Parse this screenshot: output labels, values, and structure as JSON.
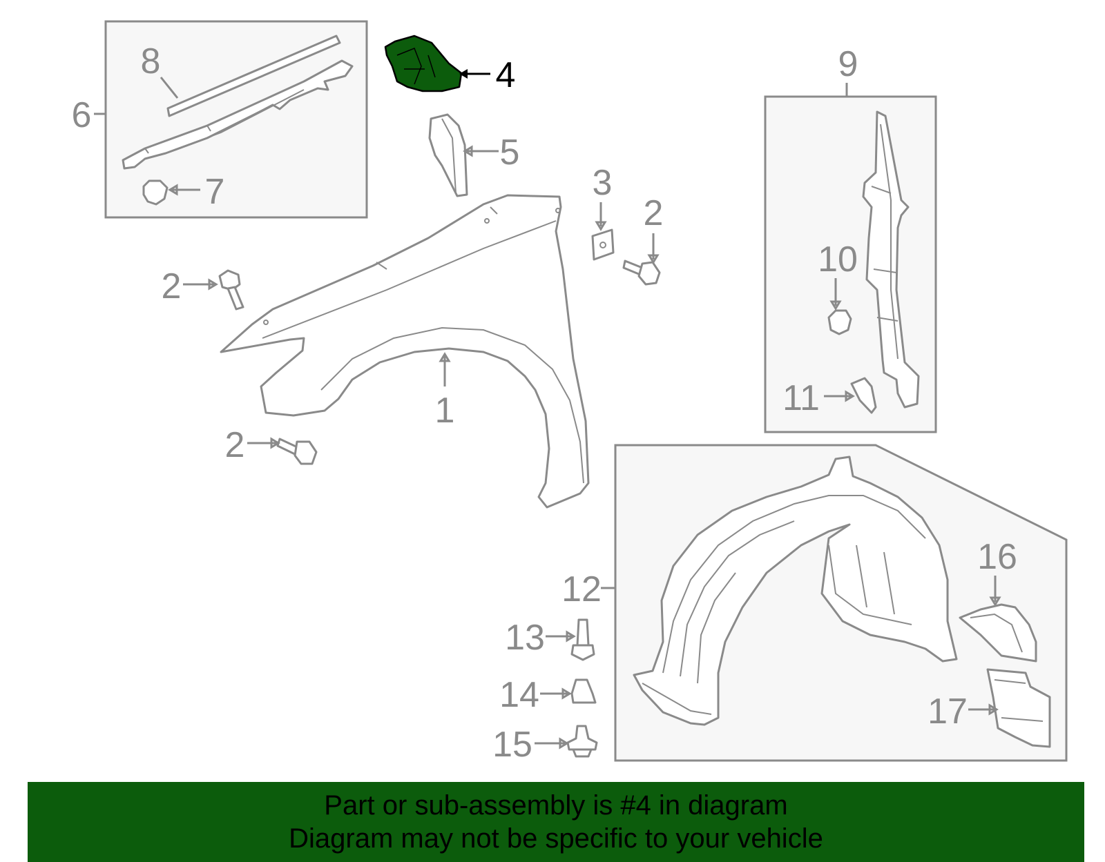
{
  "callouts": {
    "c1": "1",
    "c2a": "2",
    "c2b": "2",
    "c2c": "2",
    "c3": "3",
    "c4": "4",
    "c5": "5",
    "c6": "6",
    "c7": "7",
    "c8": "8",
    "c9": "9",
    "c10": "10",
    "c11": "11",
    "c12": "12",
    "c13": "13",
    "c14": "14",
    "c15": "15",
    "c16": "16",
    "c17": "17"
  },
  "highlight": {
    "part_number": "4",
    "color": "#0c5c0c",
    "edge_color": "#000000"
  },
  "colors": {
    "line": "#8a8a8a",
    "box_fill": "#f7f7f7",
    "banner": "#0c5c0c"
  },
  "banner": {
    "line1": "Part or sub-assembly is #4 in diagram",
    "line2": "Diagram may not be specific to your vehicle"
  }
}
